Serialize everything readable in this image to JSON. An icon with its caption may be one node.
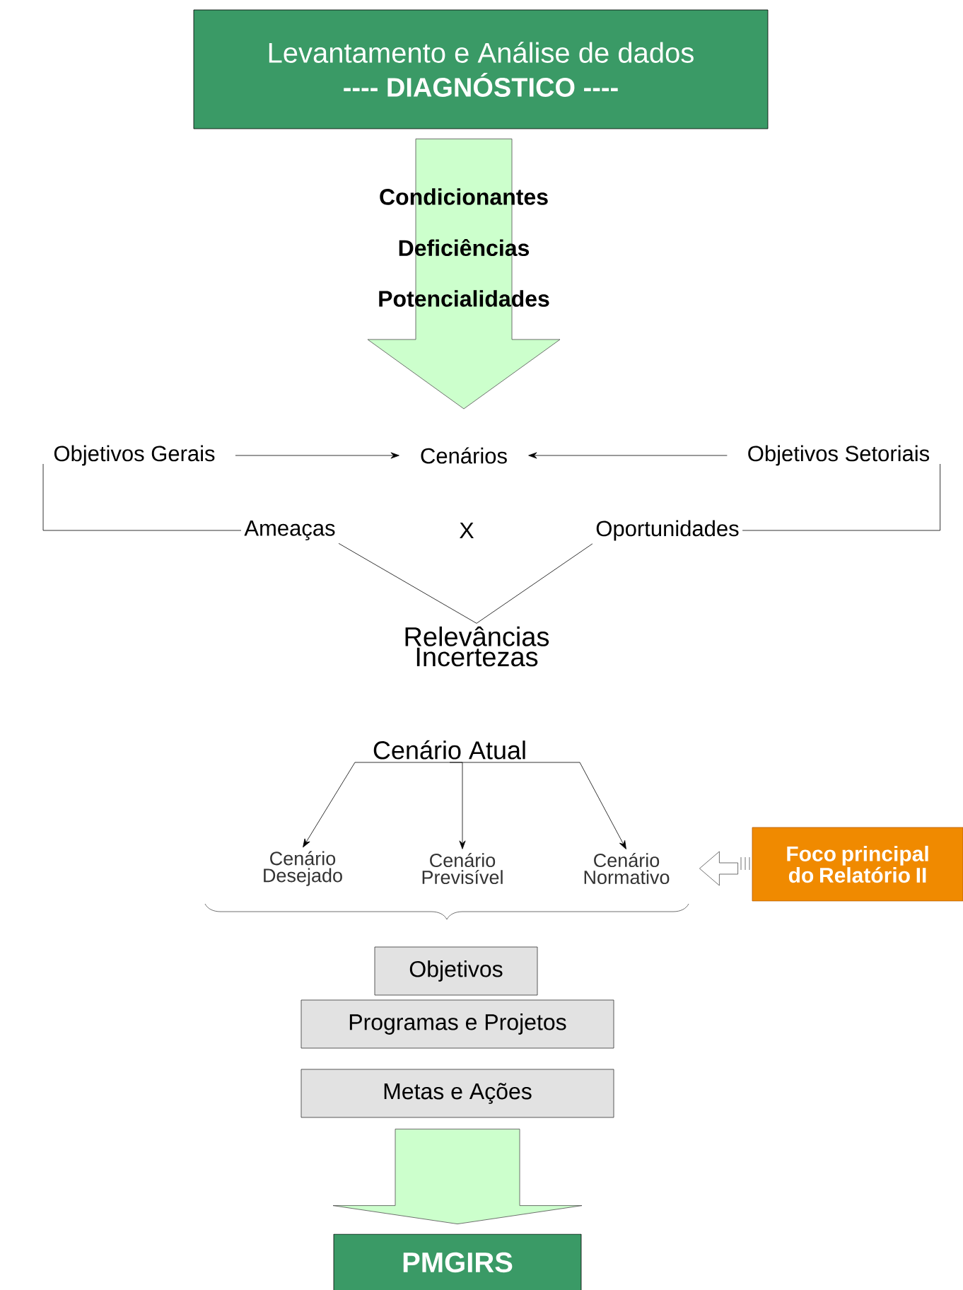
{
  "diagram": {
    "nodes": [
      {
        "text": [
          "Levantamento e Análise de dados",
          "---- DIAGNÓSTICO ----"
        ]
      },
      {
        "text": [
          "Objetivos Gerais"
        ]
      },
      {
        "text": [
          "Cenários"
        ]
      },
      {
        "text": [
          "Objetivos Setoriais"
        ]
      },
      {
        "text": [
          "Ameaças"
        ]
      },
      {
        "text": [
          "Oportunidades"
        ]
      },
      {
        "text": [
          "Relevâncias Incertezas"
        ]
      },
      {
        "text": [
          "Cenário Atual"
        ]
      },
      {
        "text": [
          "Cenário Desejado"
        ]
      },
      {
        "text": [
          "Cenário Previsível"
        ]
      },
      {
        "text": [
          "Cenário Normativo"
        ]
      },
      {
        "text": [
          "Foco principal do Relatório II"
        ]
      },
      {
        "text": [
          "Objetivos"
        ]
      },
      {
        "text": [
          "Programas e Projetos"
        ]
      },
      {
        "text": [
          "Metas e Ações"
        ]
      },
      {
        "text": [
          "PMGIRS"
        ]
      }
    ],
    "edges": [
      {
        "from": 0,
        "to": 2,
        "arrow": "to",
        "style": "thick",
        "color": "#ccffcc"
      },
      {
        "from": 1,
        "to": 2,
        "arrow": "to"
      },
      {
        "from": 3,
        "to": 2,
        "arrow": "to"
      },
      {
        "from": 1,
        "to": 4,
        "arrow": "none"
      },
      {
        "from": 3,
        "to": 5,
        "arrow": "none"
      },
      {
        "from": 4,
        "to": 6,
        "arrow": "none"
      },
      {
        "from": 5,
        "to": 6,
        "arrow": "none"
      },
      {
        "from": 7,
        "to": 8,
        "arrow": "to"
      },
      {
        "from": 7,
        "to": 9,
        "arrow": "to"
      },
      {
        "from": 7,
        "to": 10,
        "arrow": "to"
      },
      {
        "from": 11,
        "to": 10,
        "arrow": "to",
        "style": "thick"
      },
      {
        "from": 14,
        "to": 15,
        "arrow": "to",
        "style": "thick",
        "color": "#ccffcc"
      }
    ],
    "labels": [
      "Condicionantes",
      "Deficiências",
      "Potencialidades",
      "X"
    ]
  }
}
